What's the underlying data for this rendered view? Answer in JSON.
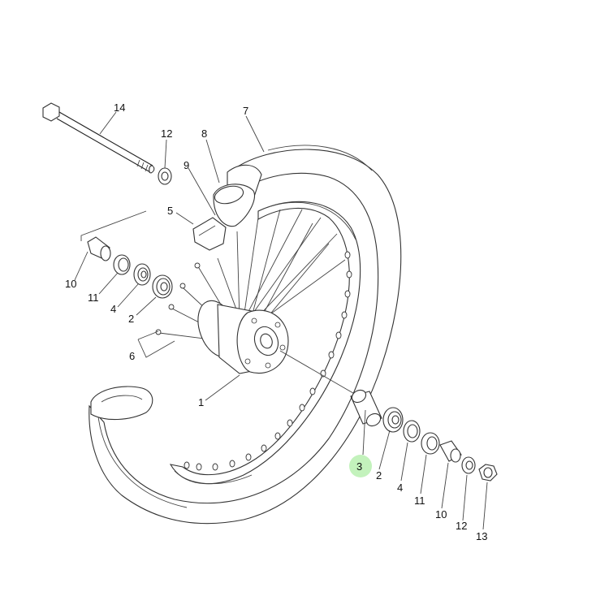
{
  "parts": [
    {
      "id": "p1",
      "label": "1"
    },
    {
      "id": "p2a",
      "label": "2"
    },
    {
      "id": "p2b",
      "label": "2"
    },
    {
      "id": "p3",
      "label": "3"
    },
    {
      "id": "p4a",
      "label": "4"
    },
    {
      "id": "p4b",
      "label": "4"
    },
    {
      "id": "p5",
      "label": "5"
    },
    {
      "id": "p6",
      "label": "6"
    },
    {
      "id": "p7",
      "label": "7"
    },
    {
      "id": "p8",
      "label": "8"
    },
    {
      "id": "p9",
      "label": "9"
    },
    {
      "id": "p10a",
      "label": "10"
    },
    {
      "id": "p10b",
      "label": "10"
    },
    {
      "id": "p11a",
      "label": "11"
    },
    {
      "id": "p11b",
      "label": "11"
    },
    {
      "id": "p12a",
      "label": "12"
    },
    {
      "id": "p12b",
      "label": "12"
    },
    {
      "id": "p13",
      "label": "13"
    },
    {
      "id": "p14",
      "label": "14"
    }
  ],
  "colors": {
    "line": "#222222",
    "highlight": "#b8f0b0",
    "background": "#ffffff"
  }
}
